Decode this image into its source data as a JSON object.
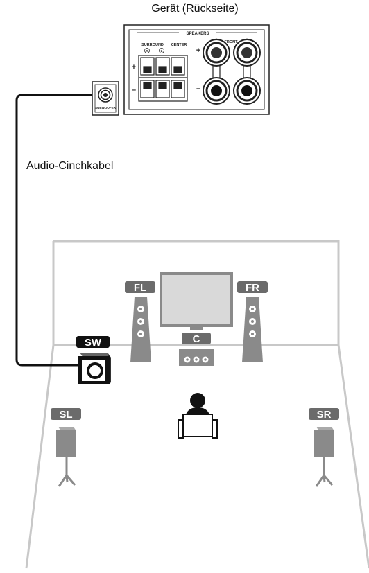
{
  "title": "Gerät (Rückseite)",
  "cable_label": "Audio-Cinchkabel",
  "panel": {
    "speakers_header": "SPEAKERS",
    "surround": "SURROUND",
    "center": "CENTER",
    "front": "FRONT",
    "plus": "+",
    "minus": "–",
    "r": "R",
    "l": "L",
    "subwoofer": "SUBWOOFER"
  },
  "speakers": {
    "fl": "FL",
    "fr": "FR",
    "c": "C",
    "sw": "SW",
    "sl": "SL",
    "sr": "SR"
  },
  "colors": {
    "badge": "#6b6b6b",
    "speaker_body": "#8a8a8a",
    "room_outline": "#c8c8c8",
    "cable": "#111111"
  }
}
